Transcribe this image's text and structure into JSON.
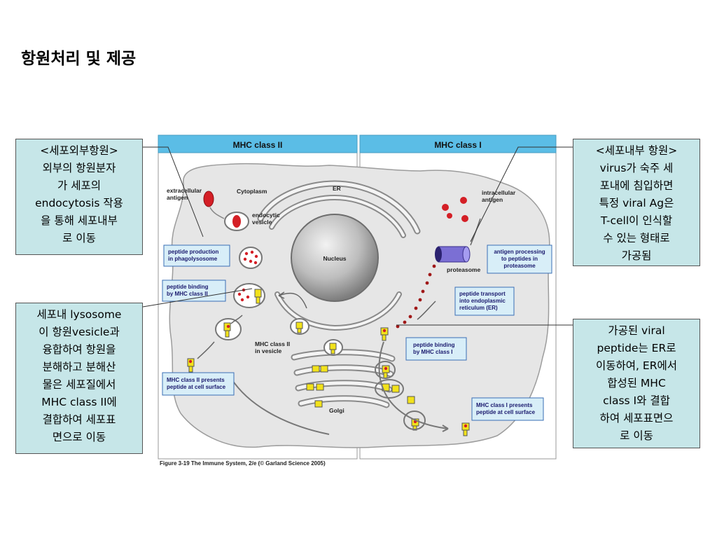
{
  "slide": {
    "title": "항원처리 및 제공"
  },
  "callouts": {
    "exogenous": {
      "lines": [
        "<세포외부항원>",
        "외부의 항원분자",
        "가 세포의",
        "endocytosis 작용",
        "을 통해 세포내부",
        "로 이동"
      ]
    },
    "endogenous": {
      "lines": [
        "<세포내부 항원>",
        "virus가 숙주 세",
        "포내에 침입하면",
        "특정 viral Ag은",
        "T-cell이 인식할",
        "수 있는 형태로",
        "가공됨"
      ]
    },
    "lysosome": {
      "lines": [
        "세포내 lysosome",
        "이 항원vesicle과",
        "융합하여 항원을",
        "분해하고 분해산",
        "물은 세포질에서",
        "MHC class II에",
        "결합하여 세포표",
        "면으로 이동"
      ]
    },
    "viral_peptide": {
      "lines": [
        "가공된 viral",
        "peptide는 ER로",
        "이동하여, ER에서",
        "합성된 MHC",
        "class I와 결합",
        "하여 세포표면으",
        "로 이동"
      ]
    }
  },
  "figure": {
    "left_header": "MHC class II",
    "right_header": "MHC class I",
    "labels": {
      "extracellular_antigen": [
        "extracellular",
        "antigen"
      ],
      "cytoplasm": "Cytoplasm",
      "endocytic_vesicle": [
        "endocytic",
        "vesicle"
      ],
      "er": "ER",
      "nucleus": "Nucleus",
      "golgi": "Golgi",
      "mhc2_vesicle": [
        "MHC class II",
        "in vesicle"
      ],
      "intracellular_antigen": [
        "intracellular",
        "antigen"
      ],
      "proteasome": "proteasome"
    },
    "boxes": {
      "peptide_production": [
        "peptide production",
        "in phagolysosome"
      ],
      "peptide_binding_2": [
        "peptide binding",
        "by MHC class II"
      ],
      "mhc2_presents": [
        "MHC class II presents",
        "peptide at cell surface"
      ],
      "antigen_processing": [
        "antigen processing",
        "to peptides in",
        "proteasome"
      ],
      "peptide_transport": [
        "peptide transport",
        "into endoplasmic",
        "reticulum (ER)"
      ],
      "peptide_binding_1": [
        "peptide binding",
        "by MHC class I"
      ],
      "mhc1_presents": [
        "MHC class I presents",
        "peptide at cell surface"
      ]
    },
    "caption": "Figure 3-19 The Immune System, 2/e (© Garland Science 2005)",
    "colors": {
      "header": "#5bbde6",
      "box_fill": "#d8eef8",
      "box_border": "#3a6fb5",
      "antigen": "#d41f26",
      "mhc": "#f2e21b",
      "proteasome": "#7b6fd4"
    }
  }
}
